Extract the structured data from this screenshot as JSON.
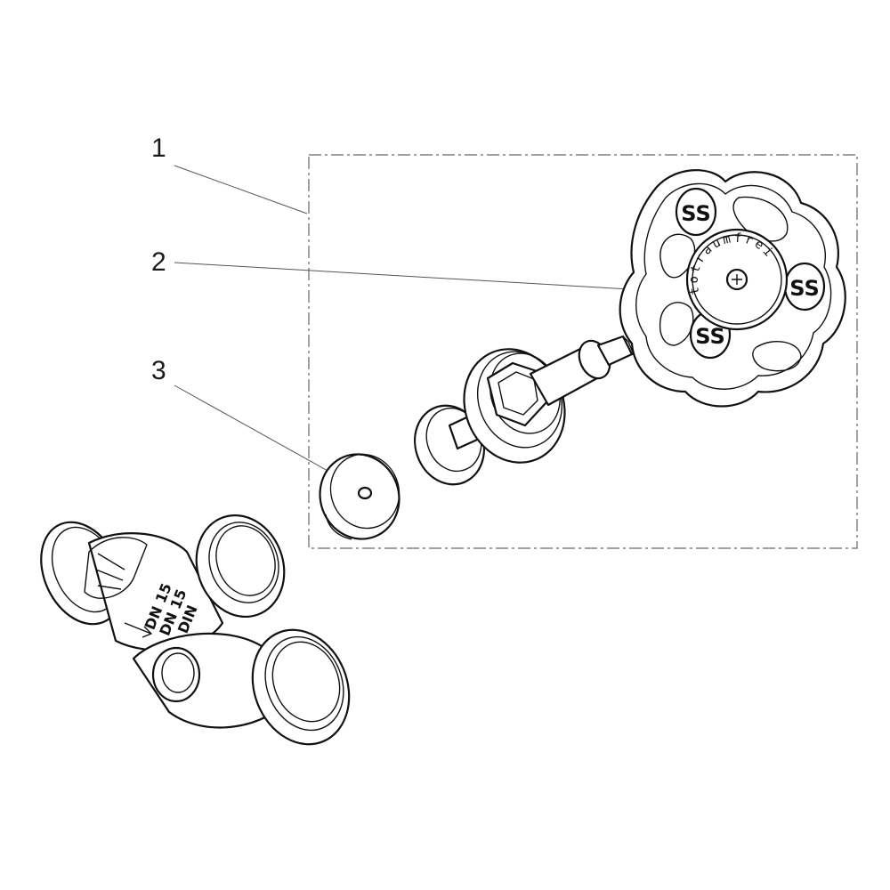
{
  "callouts": [
    {
      "number": "1",
      "part": "kit"
    },
    {
      "number": "2",
      "part": "handwheel"
    },
    {
      "number": "3",
      "part": "valve-seal-disc"
    }
  ],
  "handwheel": {
    "cap_lettering": "totraumfrei",
    "logo_glyph": "SS"
  },
  "valve_body": {
    "embossed_lines": [
      "DN 15",
      "DN 15",
      "DIN"
    ]
  },
  "colors": {
    "line": "#111111",
    "leader": "#555555",
    "kit_box": "#666666",
    "background": "#ffffff"
  }
}
